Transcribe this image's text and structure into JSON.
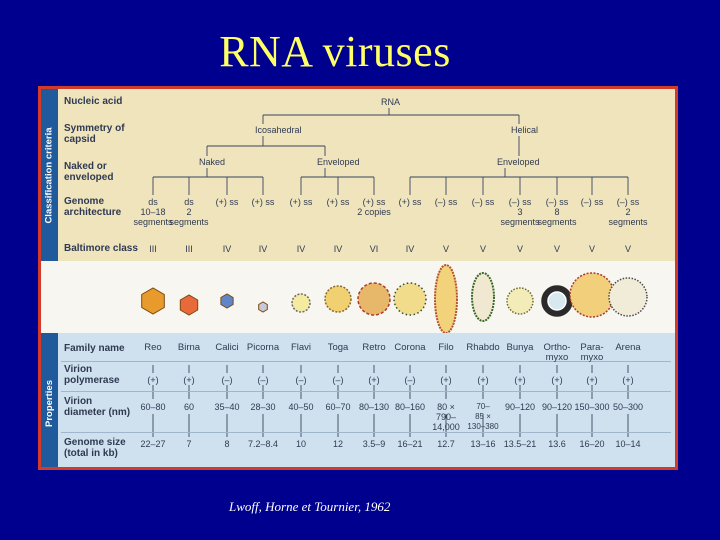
{
  "slide": {
    "title": "RNA viruses",
    "credit": "Lwoff, Horne et Tournier, 1962"
  },
  "sections": {
    "classification": "Classification criteria",
    "properties": "Properties"
  },
  "row_headers": {
    "nucleic_acid": "Nucleic acid",
    "symmetry": "Symmetry of\ncapsid",
    "envelope": "Naked or\nenveloped",
    "genome_arch": "Genome\narchitecture",
    "baltimore": "Baltimore class",
    "family": "Family name",
    "polymerase": "Virion\npolymerase",
    "diameter": "Virion\ndiameter (nm)",
    "genome_size": "Genome size\n(total in kb)"
  },
  "tree": {
    "root": "RNA",
    "icosahedral": "Icosahedral",
    "helical": "Helical",
    "naked": "Naked",
    "enveloped_ico": "Enveloped",
    "enveloped_hel": "Enveloped"
  },
  "families": [
    {
      "name": "Reo",
      "genome": "ds\n10–18\nsegments",
      "baltimore": "III",
      "polymerase": "(+)",
      "diameter": "60–80",
      "size": "22–27"
    },
    {
      "name": "Birna",
      "genome": "ds\n2\nsegments",
      "baltimore": "III",
      "polymerase": "(+)",
      "diameter": "60",
      "size": "7"
    },
    {
      "name": "Calici",
      "genome": "(+) ss",
      "baltimore": "IV",
      "polymerase": "(–)",
      "diameter": "35–40",
      "size": "8"
    },
    {
      "name": "Picorna",
      "genome": "(+) ss",
      "baltimore": "IV",
      "polymerase": "(–)",
      "diameter": "28–30",
      "size": "7.2–8.4"
    },
    {
      "name": "Flavi",
      "genome": "(+) ss",
      "baltimore": "IV",
      "polymerase": "(–)",
      "diameter": "40–50",
      "size": "10"
    },
    {
      "name": "Toga",
      "genome": "(+) ss",
      "baltimore": "IV",
      "polymerase": "(–)",
      "diameter": "60–70",
      "size": "12"
    },
    {
      "name": "Retro",
      "genome": "(+) ss\n2 copies",
      "baltimore": "VI",
      "polymerase": "(+)",
      "diameter": "80–130",
      "size": "3.5–9"
    },
    {
      "name": "Corona",
      "genome": "(+) ss",
      "baltimore": "IV",
      "polymerase": "(–)",
      "diameter": "80–160",
      "size": "16–21"
    },
    {
      "name": "Filo",
      "genome": "(–) ss",
      "baltimore": "V",
      "polymerase": "(+)",
      "diameter": "80 ×\n790–14,000",
      "size": "12.7"
    },
    {
      "name": "Rhabdo",
      "genome": "(–) ss",
      "baltimore": "V",
      "polymerase": "(+)",
      "diameter": "70–\n85 ×\n130–380",
      "size": "13–16"
    },
    {
      "name": "Bunya",
      "genome": "(–) ss\n3\nsegments",
      "baltimore": "V",
      "polymerase": "(+)",
      "diameter": "90–120",
      "size": "13.5–21"
    },
    {
      "name": "Ortho-\nmyxo",
      "genome": "(–) ss\n8\nsegments",
      "baltimore": "V",
      "polymerase": "(+)",
      "diameter": "90–120",
      "size": "13.6"
    },
    {
      "name": "Para-\nmyxo",
      "genome": "(–) ss",
      "baltimore": "V",
      "polymerase": "(+)",
      "diameter": "150–300",
      "size": "16–20"
    },
    {
      "name": "Arena",
      "genome": "(–) ss\n2\nsegments",
      "baltimore": "V",
      "polymerase": "(+)",
      "diameter": "50–300",
      "size": "10–14"
    }
  ],
  "colors": {
    "slide_bg": "#00008f",
    "title": "#ffff66",
    "frame": "#d23a2a",
    "top_band": "#efe4bc",
    "bottom_band": "#cfe0ee",
    "section_label": "#1e5a9c",
    "text": "#2f3a52"
  }
}
